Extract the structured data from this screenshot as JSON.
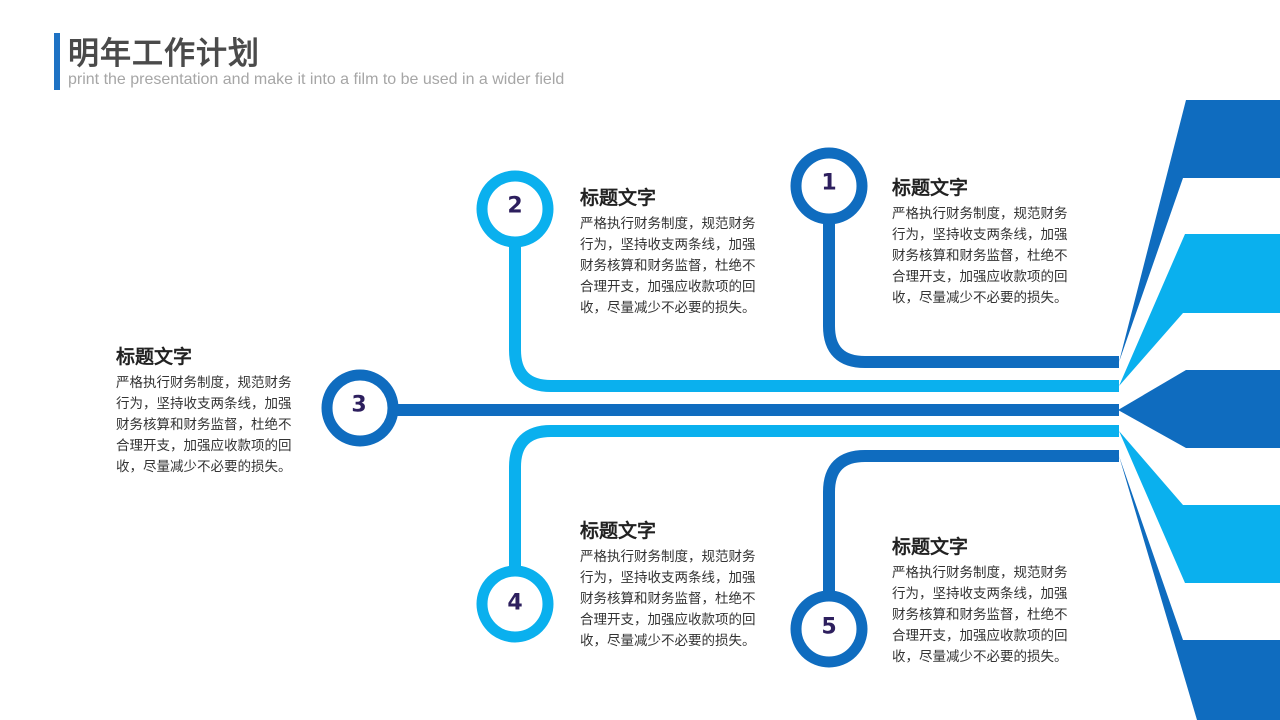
{
  "header": {
    "title": "明年工作计划",
    "subtitle": "print the presentation and make it into a film to be used in a wider field"
  },
  "colors": {
    "dark_blue": "#0f6cbf",
    "light_blue": "#0ab0ee",
    "title_bar": "#1e72c4",
    "number_text": "#2d1f5e"
  },
  "nodes": [
    {
      "number": "1",
      "heading": "标题文字",
      "body": "严格执行财务制度，规范财务行为，坚持收支两条线，加强财务核算和财务监督，杜绝不合理开支，加强应收款项的回收，尽量减少不必要的损失。"
    },
    {
      "number": "2",
      "heading": "标题文字",
      "body": "严格执行财务制度，规范财务行为，坚持收支两条线，加强财务核算和财务监督，杜绝不合理开支，加强应收款项的回收，尽量减少不必要的损失。"
    },
    {
      "number": "3",
      "heading": "标题文字",
      "body": "严格执行财务制度，规范财务行为，坚持收支两条线，加强财务核算和财务监督，杜绝不合理开支，加强应收款项的回收，尽量减少不必要的损失。"
    },
    {
      "number": "4",
      "heading": "标题文字",
      "body": "严格执行财务制度，规范财务行为，坚持收支两条线，加强财务核算和财务监督，杜绝不合理开支，加强应收款项的回收，尽量减少不必要的损失。"
    },
    {
      "number": "5",
      "heading": "标题文字",
      "body": "严格执行财务制度，规范财务行为，坚持收支两条线，加强财务核算和财务监督，杜绝不合理开支，加强应收款项的回收，尽量减少不必要的损失。"
    }
  ]
}
